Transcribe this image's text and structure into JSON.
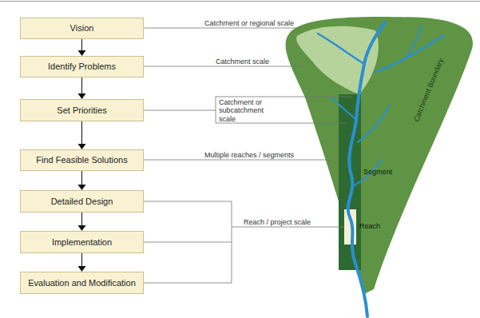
{
  "diagram": {
    "nodes": [
      {
        "text": [
          "Vision"
        ]
      },
      {
        "text": [
          "Identify Problems"
        ]
      },
      {
        "text": [
          "Set Priorities"
        ]
      },
      {
        "text": [
          "Find Feasible Solutions"
        ]
      },
      {
        "text": [
          "Detailed Design"
        ]
      },
      {
        "text": [
          "Implementation"
        ]
      },
      {
        "text": [
          "Evaluation and Modification"
        ]
      }
    ],
    "edges": [
      {
        "from": 0,
        "to": 1,
        "arrow": "to"
      },
      {
        "from": 1,
        "to": 2,
        "arrow": "to"
      },
      {
        "from": 2,
        "to": 3,
        "arrow": "to"
      },
      {
        "from": 3,
        "to": 4,
        "arrow": "to"
      },
      {
        "from": 4,
        "to": 5,
        "arrow": "to"
      },
      {
        "from": 5,
        "to": 6,
        "arrow": "to"
      }
    ],
    "labels": [
      "Catchment or regional scale",
      "Catchment scale",
      "Catchment or subcatchment scale",
      "Multiple reaches / segments",
      "Reach / project scale",
      "Catchment Boundary",
      "Segment",
      "Reach"
    ]
  }
}
